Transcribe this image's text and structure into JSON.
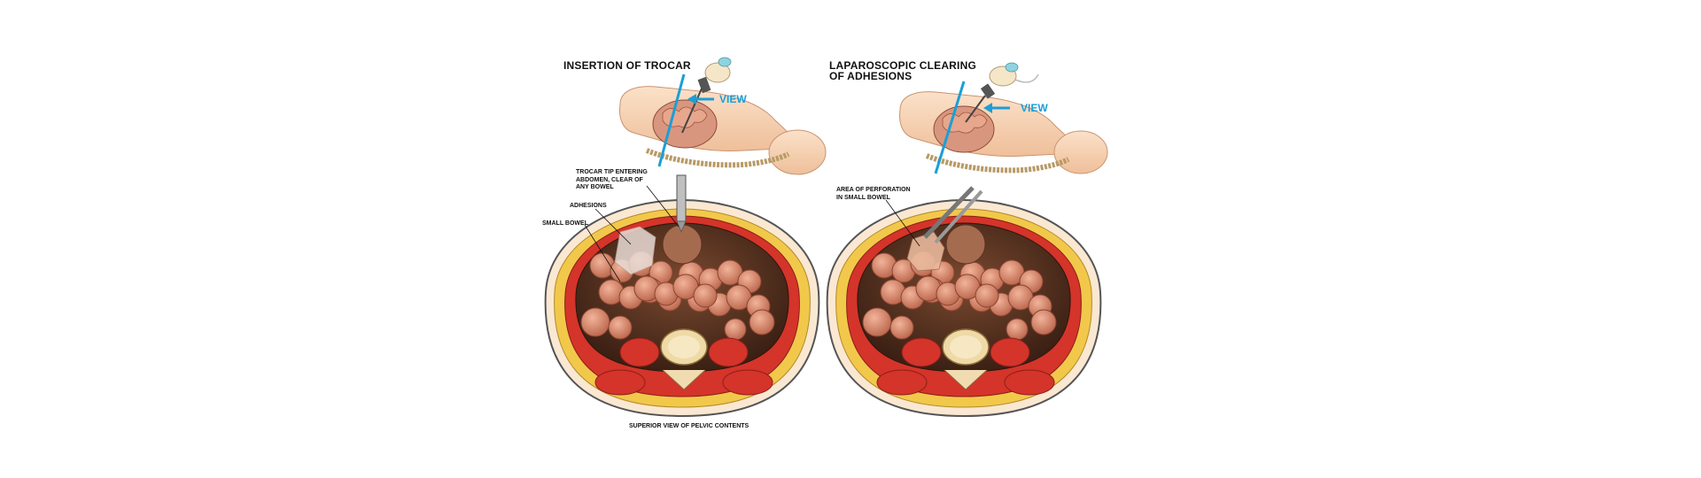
{
  "panels": [
    {
      "title_line1": "INSERTION OF TROCAR",
      "title_line2": "",
      "view_label": "VIEW",
      "labels": {
        "trocar_tip": [
          "TROCAR TIP ENTERING",
          "ABDOMEN, CLEAR OF",
          "ANY BOWEL"
        ],
        "adhesions": "ADHESIONS",
        "small_bowel": "SMALL BOWEL"
      }
    },
    {
      "title_line1": "LAPAROSCOPIC CLEARING",
      "title_line2": "OF ADHESIONS",
      "view_label": "VIEW",
      "labels": {
        "perforation": [
          "AREA OF PERFORATION",
          "IN SMALL BOWEL"
        ]
      }
    }
  ],
  "caption": "SUPERIOR VIEW OF PELVIC CONTENTS",
  "colors": {
    "view_arrow": "#1a9fd6",
    "skin": "#f7d3b5",
    "fat": "#f2c84b",
    "muscle": "#d4342a",
    "bowel": "#d9876a",
    "cavity": "#5a3322",
    "bone": "#efd9a6"
  }
}
